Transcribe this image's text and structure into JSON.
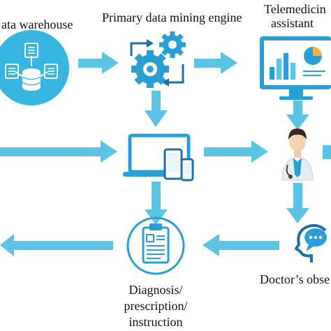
{
  "nodes": {
    "data_warehouse": {
      "label": "ata warehouse",
      "icon": "database-icon"
    },
    "mining_engine": {
      "label": "Primary data mining engine",
      "icon": "gears-icon"
    },
    "telemedicine": {
      "label_line1": "Telemedicin",
      "label_line2": "assistant",
      "icon": "dashboard-monitor-icon"
    },
    "devices": {
      "icon": "devices-icon"
    },
    "doctor": {
      "icon": "doctor-icon"
    },
    "observation": {
      "label": "Doctor’s obse",
      "icon": "head-speech-bubble-icon"
    },
    "diagnosis": {
      "label_line1": "Diagnosis/",
      "label_line2": "prescription/",
      "label_line3": "instruction",
      "icon": "clipboard-icon"
    }
  },
  "colors": {
    "arrow": "#5bc4e4",
    "icon_blue": "#2a9fd6",
    "circle_fill": "#38b6e2",
    "dark_blue": "#1f6fa8"
  }
}
